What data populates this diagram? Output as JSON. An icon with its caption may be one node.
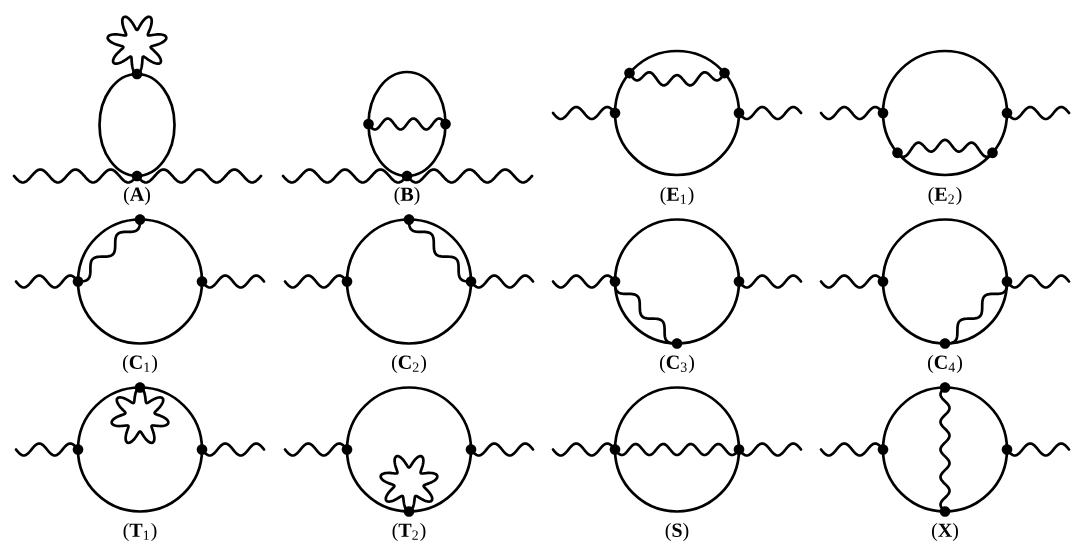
{
  "diagram": {
    "labels": [
      "(**A**)",
      "(**B**)",
      "(**E**$_{1}$)",
      "(**E**$_{2}$)",
      "(**C**$_{1}$)",
      "(**C**$_{2}$)",
      "(**C**$_{3}$)",
      "(**C**$_{4}$)",
      "(**T**$_{1}$)",
      "(**T**$_{2}$)",
      "(**S**)",
      "(**X**)"
    ]
  }
}
